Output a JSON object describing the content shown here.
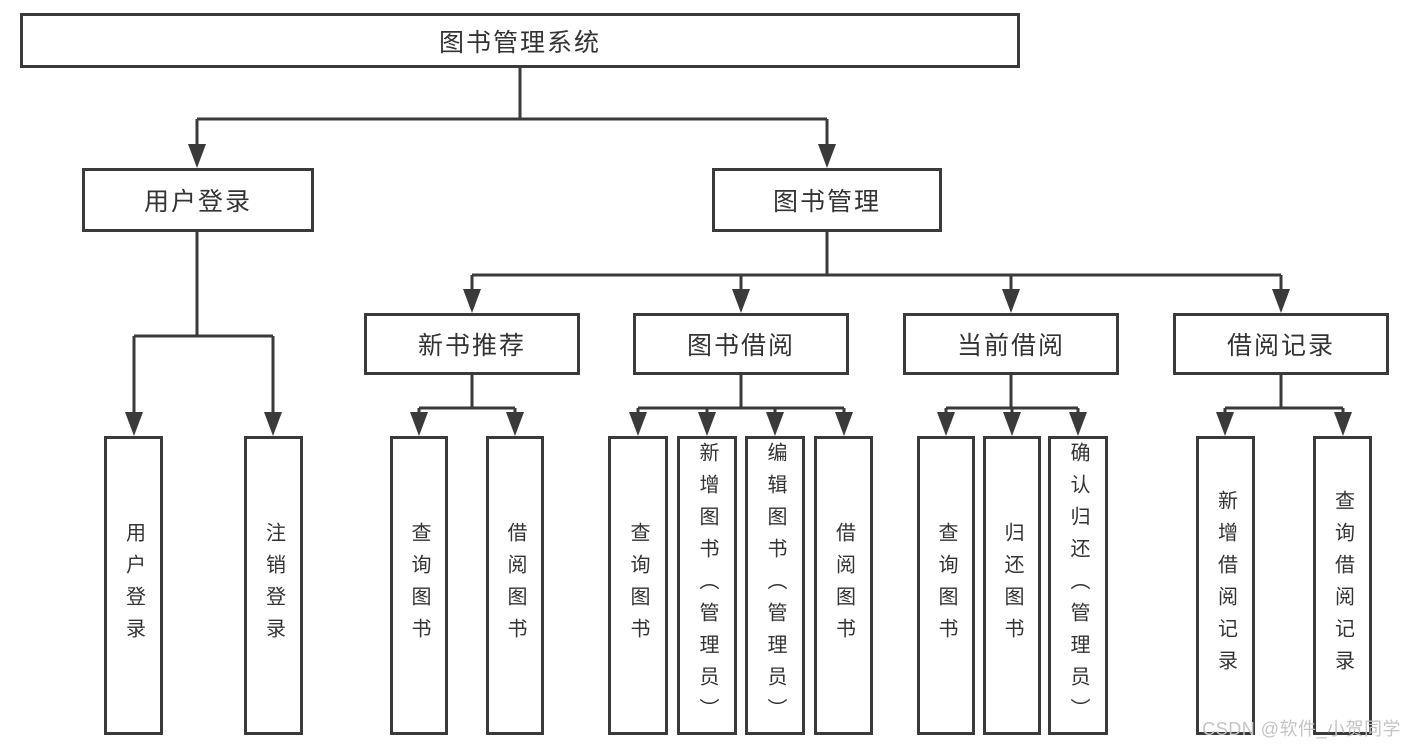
{
  "tree": {
    "root": {
      "label": "图书管理系统"
    },
    "level2": [
      {
        "label": "用户登录",
        "children": [
          {
            "label": "用户登录"
          },
          {
            "label": "注销登录"
          }
        ]
      },
      {
        "label": "图书管理",
        "children": [
          {
            "label": "新书推荐",
            "children": [
              {
                "label": "查询图书"
              },
              {
                "label": "借阅图书"
              }
            ]
          },
          {
            "label": "图书借阅",
            "children": [
              {
                "label": "查询图书"
              },
              {
                "label": "新增图书（管理员）"
              },
              {
                "label": "编辑图书（管理员）"
              },
              {
                "label": "借阅图书"
              }
            ]
          },
          {
            "label": "当前借阅",
            "children": [
              {
                "label": "查询图书"
              },
              {
                "label": "归还图书"
              },
              {
                "label": "确认归还（管理员）"
              }
            ]
          },
          {
            "label": "借阅记录",
            "children": [
              {
                "label": "新增借阅记录"
              },
              {
                "label": "查询借阅记录"
              }
            ]
          }
        ]
      }
    ]
  },
  "watermark": {
    "text": "CSDN @软件_小贺同学"
  },
  "colors": {
    "line": "#3a3a3a",
    "box_border": "#3a3a3a",
    "box_background": "#ffffff",
    "text": "#333333",
    "watermark": "#c4c4c4"
  }
}
